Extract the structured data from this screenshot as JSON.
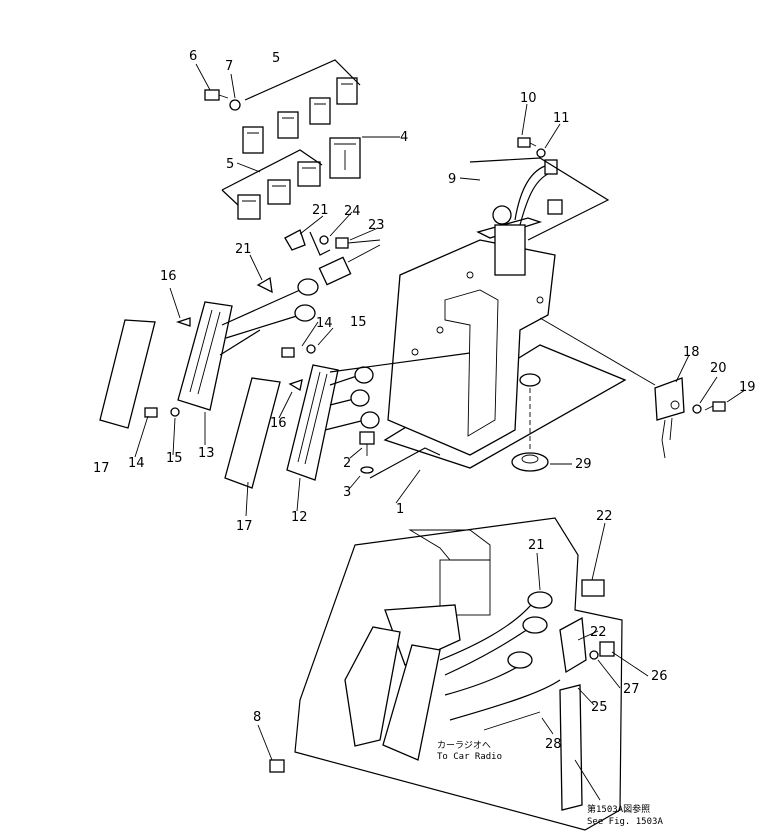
{
  "callouts": [
    "1",
    "2",
    "3",
    "4",
    "5",
    "5",
    "6",
    "7",
    "8",
    "9",
    "10",
    "11",
    "12",
    "13",
    "14",
    "14",
    "15",
    "15",
    "16",
    "16",
    "17",
    "17",
    "18",
    "19",
    "20",
    "21",
    "21",
    "21",
    "22",
    "22",
    "23",
    "24",
    "25",
    "26",
    "27",
    "28",
    "29"
  ],
  "notes": {
    "radio_jp": "カーラジオへ",
    "radio_en": "To Car Radio",
    "fig_jp": "第1503A図参照",
    "fig_en": "See Fig. 1503A"
  }
}
